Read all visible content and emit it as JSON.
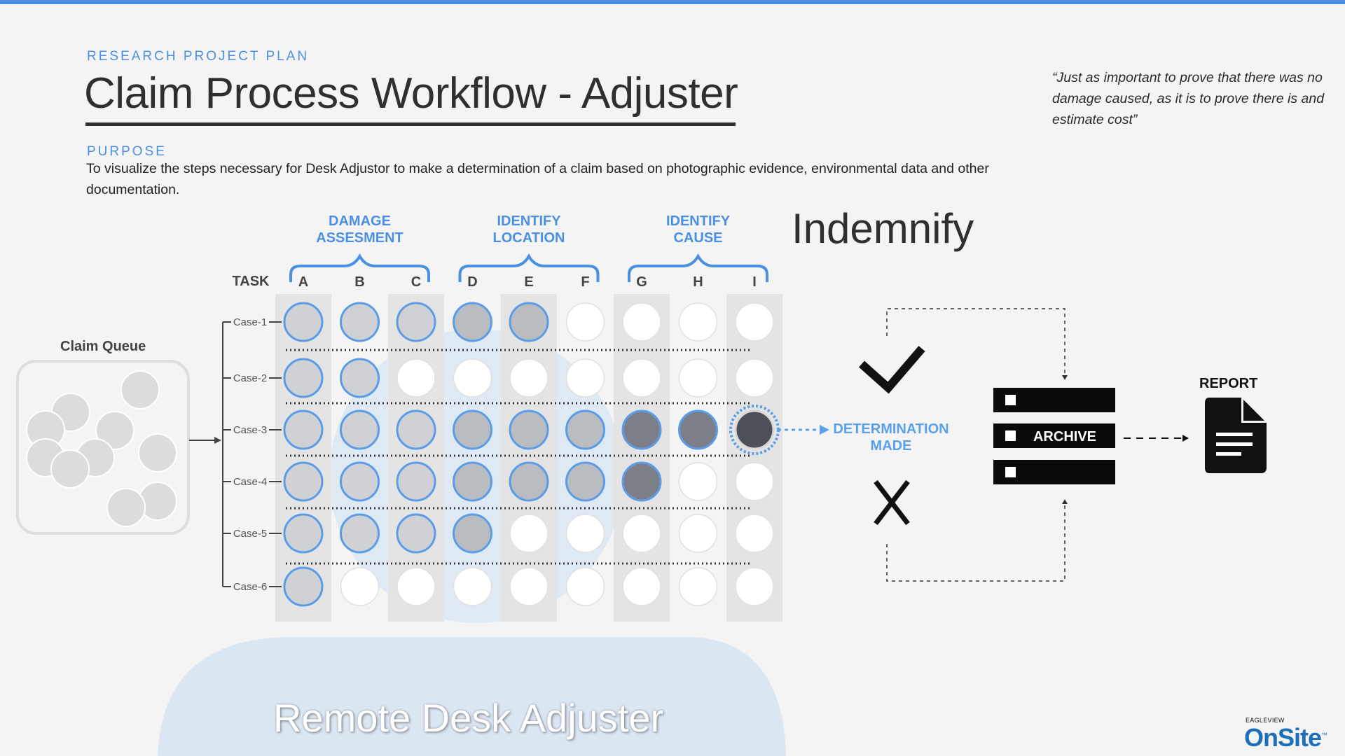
{
  "header": {
    "eyebrow": "RESEARCH PROJECT PLAN",
    "title": "Claim Process Workflow - Adjuster",
    "purpose_label": "PURPOSE",
    "purpose_text": "To visualize the steps necessary for Desk Adjustor to make a determination of a claim based on photographic evidence, environmental data and other documentation.",
    "quote": "“Just as important to prove that there was no damage caused, as it is to prove there is and estimate cost”"
  },
  "indemnify": "Indemnify",
  "claim_queue": {
    "label": "Claim Queue"
  },
  "groups": [
    {
      "line1": "DAMAGE",
      "line2": "ASSESMENT"
    },
    {
      "line1": "IDENTIFY",
      "line2": "LOCATION"
    },
    {
      "line1": "IDENTIFY",
      "line2": "CAUSE"
    }
  ],
  "task_label": "TASK",
  "tasks": [
    "A",
    "B",
    "C",
    "D",
    "E",
    "F",
    "G",
    "H",
    "I"
  ],
  "cases": [
    {
      "label": "Case-1",
      "states": [
        "light",
        "light",
        "light",
        "mid",
        "mid",
        "empty",
        "empty",
        "empty",
        "empty"
      ]
    },
    {
      "label": "Case-2",
      "states": [
        "light",
        "light",
        "empty",
        "empty",
        "empty",
        "empty",
        "empty",
        "empty",
        "empty"
      ]
    },
    {
      "label": "Case-3",
      "states": [
        "light",
        "light",
        "light",
        "mid",
        "mid",
        "mid",
        "dark",
        "dark",
        "current"
      ]
    },
    {
      "label": "Case-4",
      "states": [
        "light",
        "light",
        "light",
        "mid",
        "mid",
        "mid",
        "dark",
        "empty",
        "empty"
      ]
    },
    {
      "label": "Case-5",
      "states": [
        "light",
        "light",
        "light",
        "mid",
        "empty",
        "empty",
        "empty",
        "empty",
        "empty"
      ]
    },
    {
      "label": "Case-6",
      "states": [
        "light",
        "empty",
        "empty",
        "empty",
        "empty",
        "empty",
        "empty",
        "empty",
        "empty"
      ]
    }
  ],
  "outcome": {
    "determination": "DETERMINATION MADE",
    "approve_icon": "check-icon",
    "deny_icon": "x-icon",
    "archive_label": "ARCHIVE",
    "report_label": "REPORT",
    "report_icon": "document-icon"
  },
  "footer": {
    "role": "Remote Desk Adjuster",
    "logo_small": "EAGLEVIEW",
    "logo_main": "OnSite",
    "logo_tm": "™"
  },
  "colors": {
    "accent": "#4a90e2",
    "light_fill": "#cfd1d4",
    "mid_fill": "#b9bcc0",
    "dark_fill": "#7c7f88",
    "current_fill": "#4d5058",
    "ring": "#5b9ce8",
    "column_band": "#e4e4e4",
    "blob": "#dbe6f3"
  }
}
